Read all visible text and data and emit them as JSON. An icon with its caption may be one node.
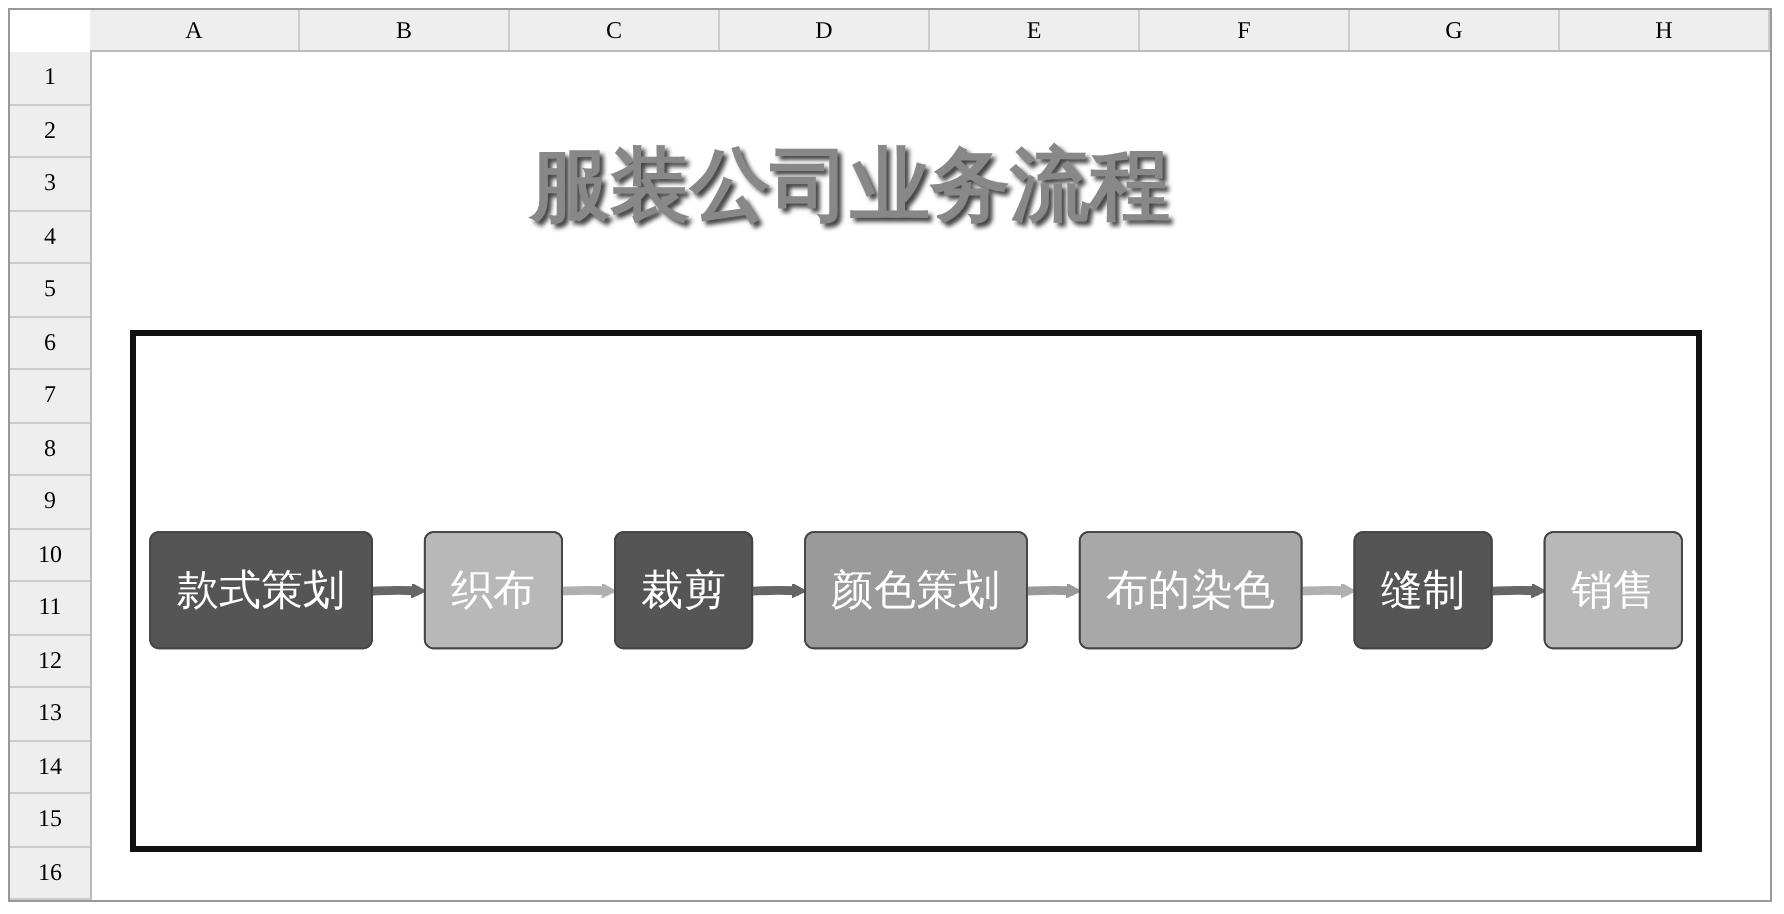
{
  "diagram": {
    "title": "服装公司业务流程",
    "nodes": [
      {
        "text": [
          "款式策划"
        ]
      },
      {
        "text": [
          "织布"
        ]
      },
      {
        "text": [
          "裁剪"
        ]
      },
      {
        "text": [
          "颜色策划"
        ]
      },
      {
        "text": [
          "布的染色"
        ]
      },
      {
        "text": [
          "缝制"
        ]
      },
      {
        "text": [
          "销售"
        ]
      }
    ],
    "edges": [
      {
        "from": 0,
        "to": 1,
        "arrow": "to",
        "color": "#666666"
      },
      {
        "from": 1,
        "to": 2,
        "arrow": "to",
        "color": "#b0b0b0"
      },
      {
        "from": 2,
        "to": 3,
        "arrow": "to",
        "color": "#666666"
      },
      {
        "from": 3,
        "to": 4,
        "arrow": "to",
        "color": "#999999"
      },
      {
        "from": 4,
        "to": 5,
        "arrow": "to",
        "color": "#b0b0b0"
      },
      {
        "from": 5,
        "to": 6,
        "arrow": "to",
        "color": "#666666"
      }
    ],
    "labels": [
      "A",
      "B",
      "C",
      "D",
      "E",
      "F",
      "G",
      "H",
      "1",
      "2",
      "3",
      "4",
      "5",
      "6",
      "7",
      "8",
      "9",
      "10",
      "11",
      "12",
      "13",
      "14",
      "15",
      "16"
    ]
  }
}
